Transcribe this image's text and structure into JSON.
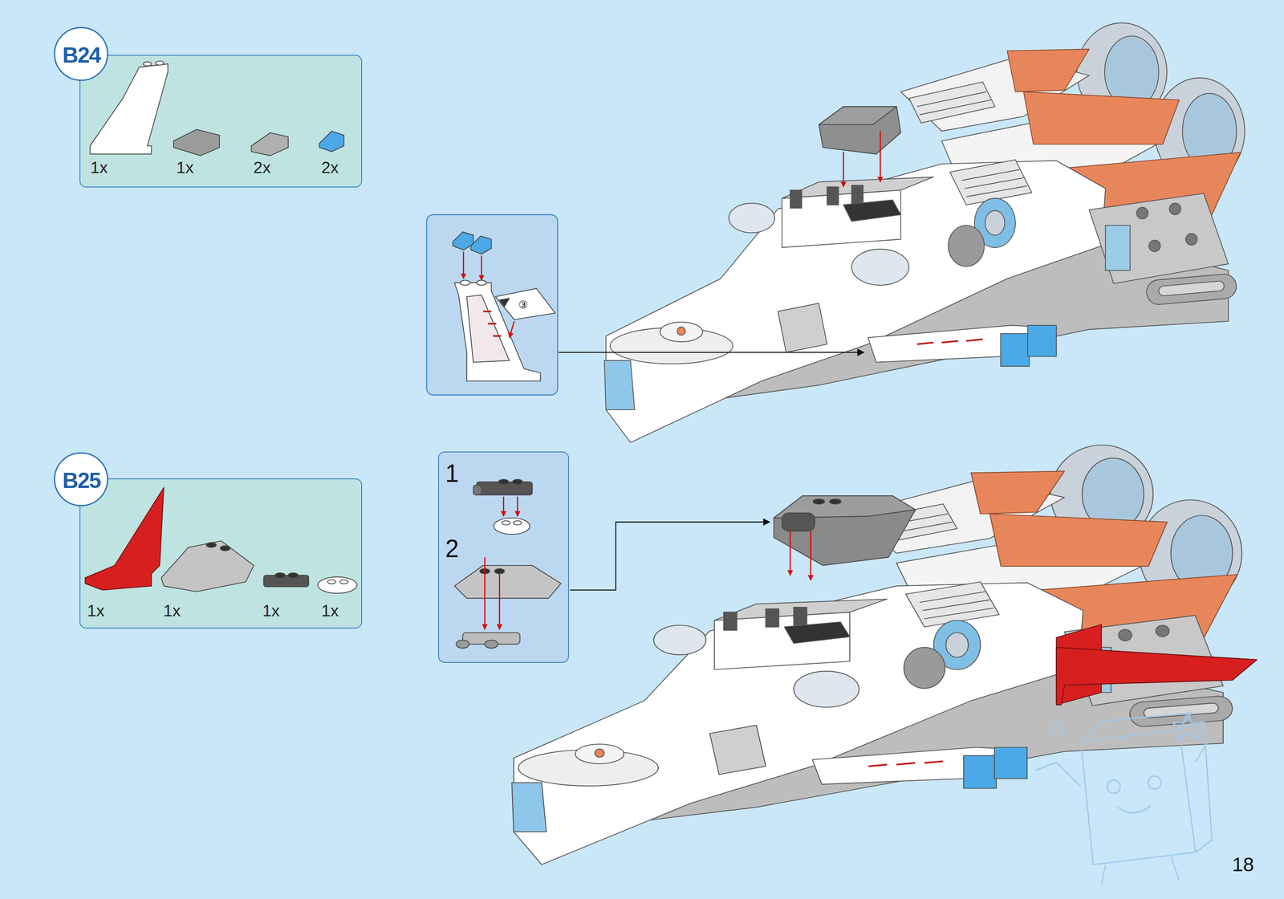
{
  "diagram": {
    "nodes": [
      {
        "text": [
          "B24"
        ]
      },
      {
        "text": [
          "1x",
          "1x",
          "2x",
          "2x"
        ]
      },
      {
        "text": [
          "B25"
        ]
      },
      {
        "text": [
          "1x",
          "1x",
          "1x",
          "1x"
        ]
      },
      {
        "text": [
          "1",
          "2"
        ]
      }
    ],
    "labels": [
      "③",
      "18"
    ]
  }
}
